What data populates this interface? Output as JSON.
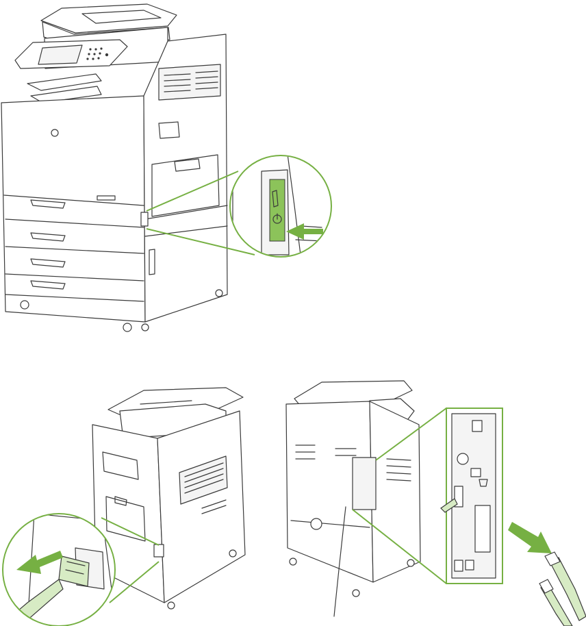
{
  "figure": {
    "description_labels": [],
    "colors": {
      "callout": "#76b043",
      "highlight": "#8cc35a",
      "line": "#3a3a3a",
      "cable": "#d7ebc4"
    },
    "panels": [
      {
        "name": "power-switch-panel",
        "icons": [
          "printer-front-view",
          "power-switch-callout",
          "arrow-right-icon"
        ]
      },
      {
        "name": "power-cord-panel",
        "icons": [
          "printer-side-view",
          "power-cord-callout",
          "arrow-left-icon"
        ]
      },
      {
        "name": "interface-panel",
        "icons": [
          "printer-rear-view",
          "formatter-ports-callout",
          "arrow-down-right-icon",
          "usb-cable-icon"
        ]
      }
    ]
  }
}
